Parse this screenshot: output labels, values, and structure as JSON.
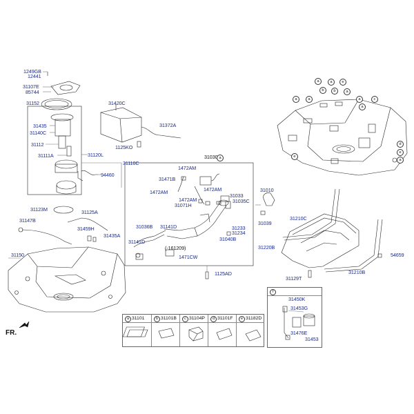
{
  "labels": {
    "l1249GB": "1249GB",
    "l12441": "12441",
    "l31107E": "31107E",
    "l85744": "85744",
    "l31152": "31152",
    "l31435": "31435",
    "l31140C": "31140C",
    "l31112": "31112",
    "l31111A": "31111A",
    "l31120L": "31120L",
    "l31110C": "31110C",
    "l94460": "94460",
    "l31420C": "31420C",
    "l31372A": "31372A",
    "l1125KO": "1125KO",
    "l31030": "31030",
    "l1472AM_a": "1472AM",
    "l31471B": "31471B",
    "l1472AM_b": "1472AM",
    "l1472AM_c": "1472AM",
    "l31033": "31033",
    "l1472AM_d": "1472AM",
    "l31071H": "31071H",
    "l31035C": "31035C",
    "l31010": "31010",
    "l31039": "31039",
    "l31233": "31233",
    "l31234": "31234",
    "l31040B": "31040B",
    "l31123M": "31123M",
    "l31125A": "31125A",
    "l31147B": "31147B",
    "l31459H": "31459H",
    "l31435A": "31435A",
    "l31036B": "31036B",
    "l31141D_a": "31141D",
    "l31141D_b": "31141D",
    "l161209": "(-161209)",
    "l1471CW": "1471CW",
    "l31150": "31150",
    "l1125AD": "1125AD",
    "l31210C": "31210C",
    "l31220B": "31220B",
    "l54659": "54659",
    "l31210B": "31210B",
    "l31129T": "31129T",
    "l31450K": "31450K",
    "l31453G": "31453G",
    "l31476E": "31476E",
    "l31453": "31453",
    "fr": "FR."
  },
  "callouts": {
    "a": "a",
    "b": "b",
    "c": "c",
    "d": "d",
    "e": "e",
    "f": "f"
  },
  "parts_table": [
    {
      "letter": "a",
      "part": "31101"
    },
    {
      "letter": "b",
      "part": "31101B"
    },
    {
      "letter": "c",
      "part": "31104P"
    },
    {
      "letter": "d",
      "part": "31101F"
    },
    {
      "letter": "e",
      "part": "31182D"
    }
  ],
  "f_box": {
    "letter": "f"
  }
}
